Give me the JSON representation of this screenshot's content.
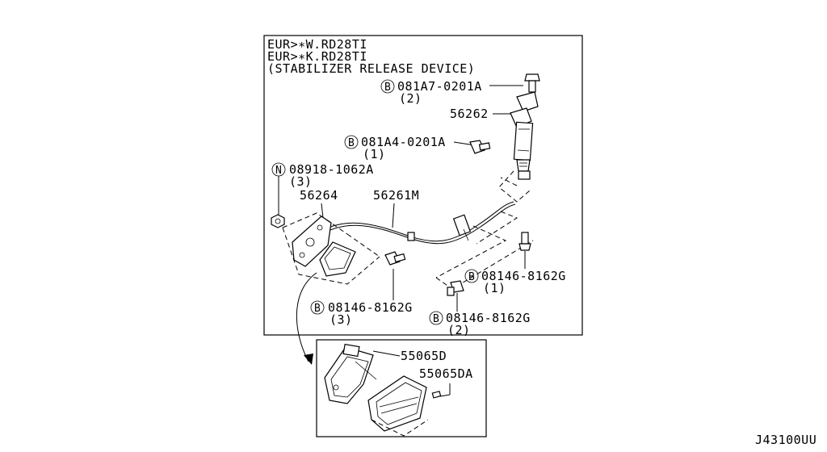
{
  "header": {
    "line1": "EUR>∗W.RD28TI",
    "line2": "EUR>∗K.RD28TI",
    "line3": "(STABILIZER RELEASE DEVICE)"
  },
  "parts": [
    {
      "prefix": "B",
      "number": "081A7-0201A",
      "qty": "(2)"
    },
    {
      "prefix": "",
      "number": "56262",
      "qty": ""
    },
    {
      "prefix": "B",
      "number": "081A4-0201A",
      "qty": "(1)"
    },
    {
      "prefix": "N",
      "number": "08918-1062A",
      "qty": "(3)"
    },
    {
      "prefix": "",
      "number": "56264",
      "qty": ""
    },
    {
      "prefix": "",
      "number": "56261M",
      "qty": ""
    },
    {
      "prefix": "B",
      "number": "08146-8162G",
      "qty": "(1)"
    },
    {
      "prefix": "B",
      "number": "08146-8162G",
      "qty": "(3)"
    },
    {
      "prefix": "B",
      "number": "08146-8162G",
      "qty": "(2)"
    }
  ],
  "detail": {
    "part_a": "55065D",
    "part_b": "55065DA"
  },
  "diagram_code": "J43100UU"
}
